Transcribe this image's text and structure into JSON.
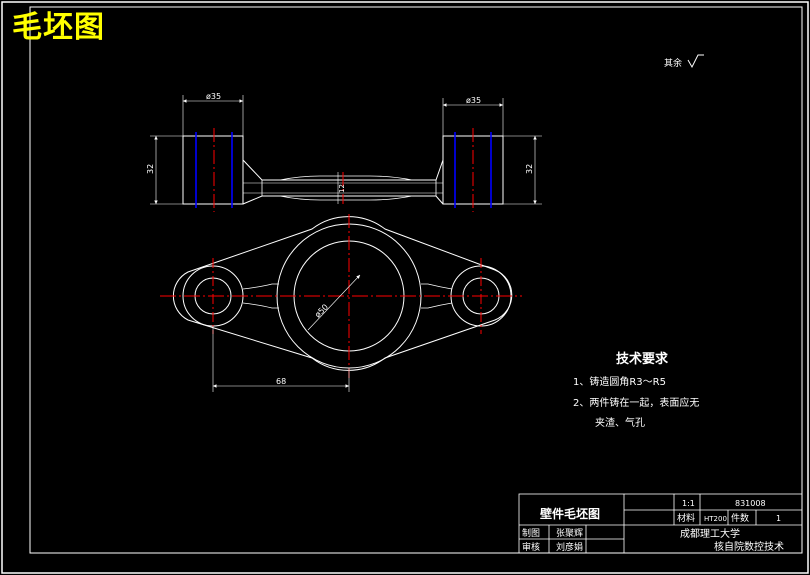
{
  "sheet_title": "毛坯图",
  "roughness_note": "其余",
  "dimensions": {
    "dia_left_top": "ø35",
    "dia_right_top": "ø35",
    "height_left": "32",
    "height_right": "32",
    "web_thickness": "12",
    "dia_center": "ø50",
    "length_68": "68"
  },
  "tech_requirements": {
    "heading": "技术要求",
    "item1": "1、铸造圆角R3～R5",
    "item2": "2、两件铸在一起，表面应无",
    "item3": "夹渣、气孔"
  },
  "title_block": {
    "drawing_name": "壁件毛坯图",
    "scale": "1:1",
    "drawing_no": "831008",
    "material_label": "材料",
    "material_value": "HT200",
    "qty_label": "件数",
    "qty_value": "1",
    "designer_label": "制图",
    "designer_name": "张聚辉",
    "checker_label": "审核",
    "checker_name": "刘彦娟",
    "school": "成都理工大学",
    "department": "核自院数控技术"
  },
  "colors": {
    "background": "#000000",
    "outline": "#ffffff",
    "centerline": "#ff0000",
    "hidden_line": "#0000ff",
    "title": "#ffff00"
  }
}
